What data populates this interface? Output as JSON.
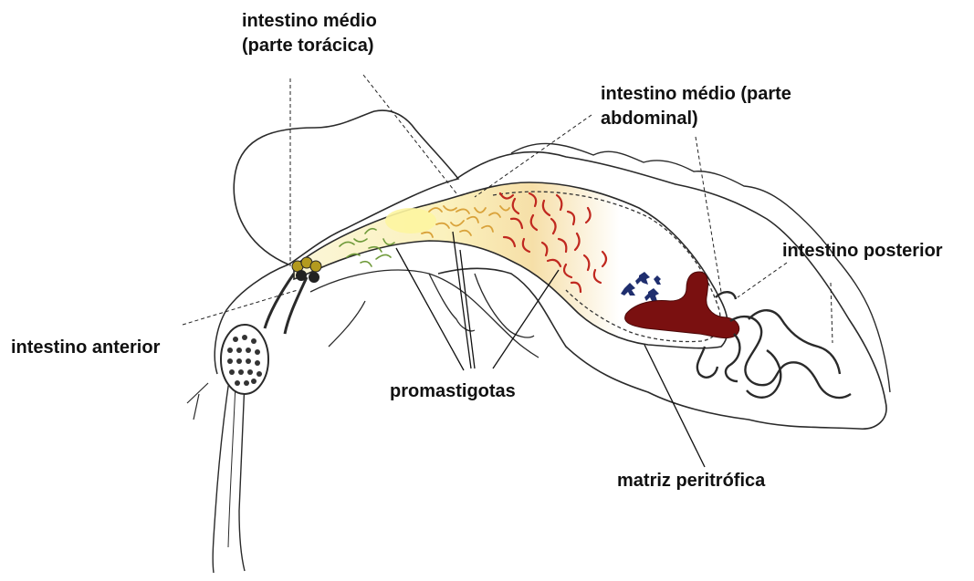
{
  "labels": {
    "midgut_thoracic_line1": "intestino médio",
    "midgut_thoracic_line2": "(parte torácica)",
    "midgut_abdominal_line1": "intestino médio (parte",
    "midgut_abdominal_line2": "abdominal)",
    "hindgut": "intestino posterior",
    "foregut": "intestino anterior",
    "promastigotes": "promastigotas",
    "peritrophic_matrix": "matriz peritrófica"
  },
  "colors": {
    "outline": "#2a2a2a",
    "leader_line": "#222222",
    "gut_fill_light": "#fbf3c8",
    "gut_fill_mid": "#f3dfa6",
    "promastigote_green": "#6f9a3a",
    "promastigote_orange": "#d9a23a",
    "promastigote_red": "#c0281f",
    "blood_meal": "#7a1010",
    "parasite_blue": "#1f2e6e",
    "cardia_gold": "#b39a1e"
  }
}
